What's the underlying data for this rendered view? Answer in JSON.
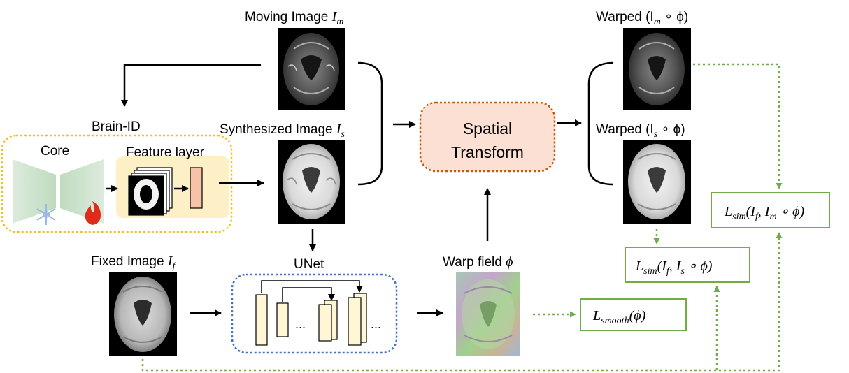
{
  "labels": {
    "moving_image": "Moving Image",
    "moving_symbol": "I",
    "moving_sub": "m",
    "synth_image": "Synthesized Image",
    "synth_symbol": "I",
    "synth_sub": "s",
    "fixed_image": "Fixed Image",
    "fixed_symbol": "I",
    "fixed_sub": "f",
    "brain_id": "Brain-ID",
    "core": "Core",
    "feature_layer": "Feature layer",
    "unet": "UNet",
    "warp_field": "Warp field",
    "warp_symbol": "ϕ",
    "spatial_line1": "Spatial",
    "spatial_line2": "Transform",
    "warped_m": "Warped (I",
    "warped_m_sub": "m",
    "warped_m_tail": " ∘ ϕ)",
    "warped_s": "Warped (I",
    "warped_s_sub": "s",
    "warped_s_tail": " ∘ ϕ)",
    "dots1": "...",
    "dots2": "..."
  },
  "losses": {
    "sim_m": {
      "prefix": "L",
      "sub": "sim",
      "body": "(I",
      "b1": "f",
      "mid": ", I",
      "b2": "m",
      "tail": " ∘ ϕ)"
    },
    "sim_s": {
      "prefix": "L",
      "sub": "sim",
      "body": "(I",
      "b1": "f",
      "mid": ", I",
      "b2": "s",
      "tail": " ∘ ϕ)"
    },
    "smooth": {
      "prefix": "L",
      "sub": "smooth",
      "body": "(ϕ)"
    }
  },
  "colors": {
    "black": "#000000",
    "loss_green": "#70ad47",
    "brain_id_border": "#f0c020",
    "unet_border": "#4472c4",
    "spatial_border": "#c55a11",
    "spatial_fill": "#fbe0d3",
    "feature_fill": "#fdf0c6",
    "unet_bar_fill": "#fff6d6",
    "feature_bar_fill": "#f6c3a8",
    "core_green": "#cfe5cf",
    "snowflake": "#9ab8e6",
    "flame": "#e02a1a"
  }
}
